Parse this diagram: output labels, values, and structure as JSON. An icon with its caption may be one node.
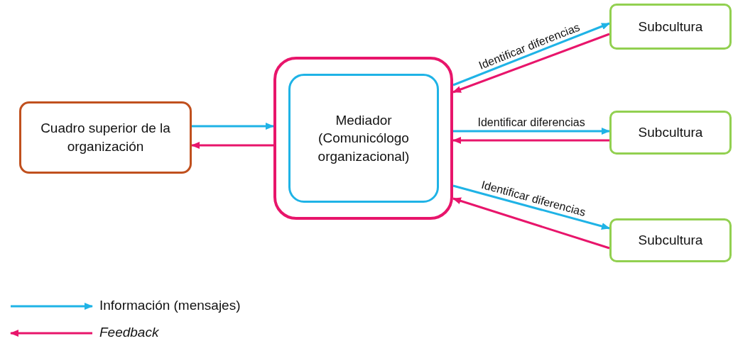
{
  "diagram": {
    "nodes": [
      {
        "text": [
          "Cuadro superior de la organización"
        ]
      },
      {
        "text": [],
        "shape": "box"
      },
      {
        "text": [
          "Mediador (Comunicólogo organizacional)"
        ],
        "in": 1
      },
      {
        "text": [
          "Subcultura"
        ]
      },
      {
        "text": [
          "Subcultura"
        ]
      },
      {
        "text": [
          "Subcultura"
        ]
      }
    ],
    "edges": [
      {
        "from": 0,
        "to": 1,
        "arrow": "to",
        "color": "#1fb3e6"
      },
      {
        "from": 1,
        "to": 0,
        "arrow": "to",
        "color": "#e8156b"
      },
      {
        "from": 1,
        "to": 3,
        "arrow": "to",
        "label": "Identificar diferencias",
        "color": "#1fb3e6"
      },
      {
        "from": 3,
        "to": 1,
        "arrow": "to",
        "color": "#e8156b"
      },
      {
        "from": 1,
        "to": 4,
        "arrow": "to",
        "label": "Identificar diferencias",
        "color": "#1fb3e6"
      },
      {
        "from": 4,
        "to": 1,
        "arrow": "to",
        "color": "#e8156b"
      },
      {
        "from": 1,
        "to": 5,
        "arrow": "to",
        "label": "Identificar diferencias",
        "color": "#1fb3e6"
      },
      {
        "from": 5,
        "to": 1,
        "arrow": "to",
        "color": "#e8156b"
      }
    ],
    "legend": [
      {
        "text": "Información (mensajes)"
      },
      {
        "text": "Feedback"
      }
    ]
  }
}
